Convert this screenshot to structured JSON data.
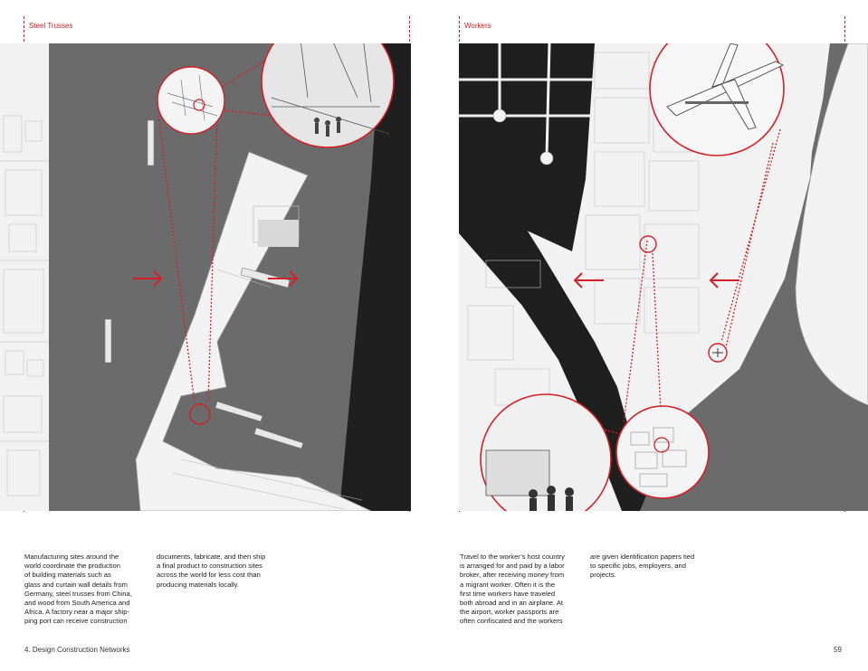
{
  "left_page": {
    "section_title": "Steel Trusses",
    "body_col1": "Manufacturing sites around the\nworld coordinate the production\nof building materials such as\nglass and curtain wall details from\nGermany, steel trusses from China,\nand wood from South America and\nAfrica. A factory near a major ship-\nping port can receive construction",
    "body_col2": "documents, fabricate, and then ship\na final product to construction sites\nacross the world for less cost than\nproducing materials locally.",
    "footer": "4. Design Construction Networks"
  },
  "right_page": {
    "section_title": "Workers",
    "body_col1": "Travel to the worker’s host country\nis arranged for and paid by a labor\nbroker, after receiving money from\na migrant worker. Often it is the\nfirst time workers have traveled\nboth abroad and in an airplane. At\nthe airport, worker passports are\noften confiscated and the workers",
    "body_col2": "are given identification papers tied\nto specific jobs, employers, and\nprojects.",
    "page_number": "59"
  },
  "colors": {
    "accent_red": "#d32027",
    "water_gray": "#6b6b6b",
    "deep_water": "#1f1f1f",
    "land_light": "#f2f2f2"
  }
}
